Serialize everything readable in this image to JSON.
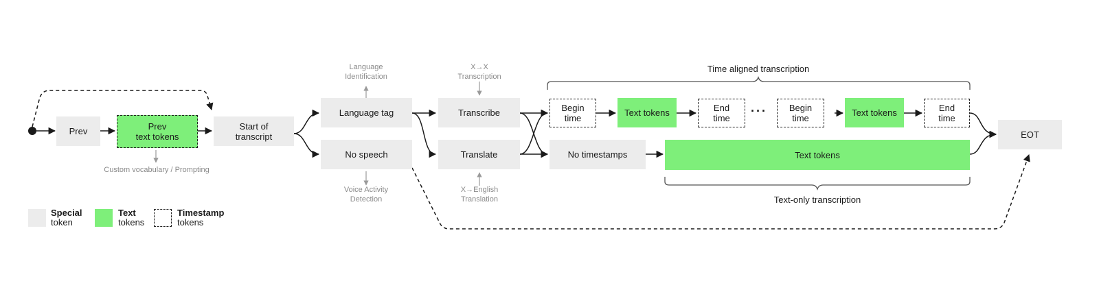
{
  "nodes": {
    "prev": "Prev",
    "prev_text_tokens": "Prev\ntext tokens",
    "start_of_transcript": "Start of\ntranscript",
    "language_tag": "Language tag",
    "no_speech": "No speech",
    "transcribe": "Transcribe",
    "translate": "Translate",
    "no_timestamps": "No timestamps",
    "begin_time": "Begin\ntime",
    "text_tokens": "Text tokens",
    "end_time": "End\ntime",
    "ellipsis": "···",
    "eot": "EOT"
  },
  "notes": {
    "custom_vocab": "Custom vocabulary / Prompting",
    "language_identification": "Language\nIdentification",
    "voice_activity": "Voice Activity\nDetection",
    "x_to_x": "X→X\nTranscription",
    "x_to_english": "X→English\nTranslation"
  },
  "brackets": {
    "time_aligned": "Time aligned transcription",
    "text_only": "Text-only transcription"
  },
  "legend": {
    "special_bold": "Special",
    "special_rest": "token",
    "text_bold": "Text",
    "text_rest": "tokens",
    "timestamp_bold": "Timestamp",
    "timestamp_rest": "tokens"
  },
  "colors": {
    "special": "#ececec",
    "text": "#7eef7a",
    "line": "#1a1a1a",
    "note": "#8a8a8a"
  }
}
